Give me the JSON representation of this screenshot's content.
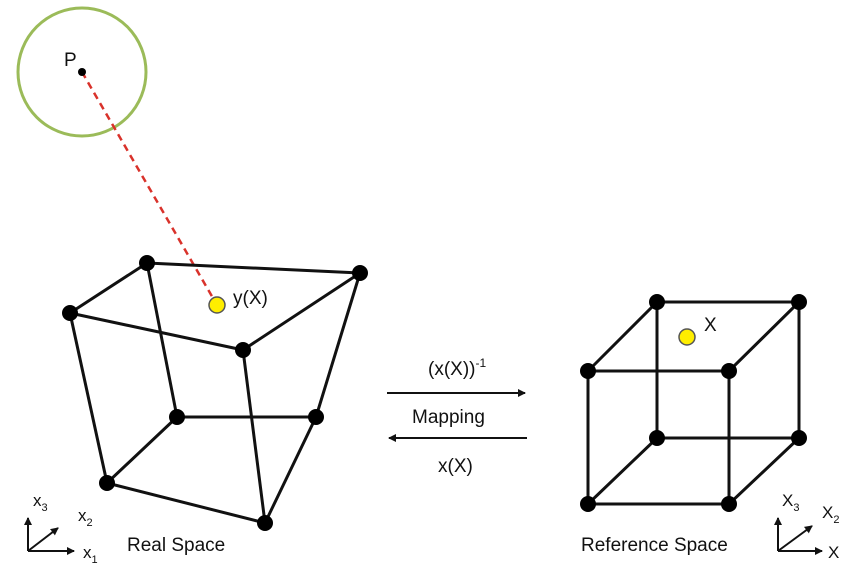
{
  "labels": {
    "point_p": "P",
    "point_y": "y(X)",
    "point_x": "X",
    "inverse_main": "(x(X))",
    "inverse_sup": "-1",
    "mapping": "Mapping",
    "forward": "x(X)",
    "real_space": "Real Space",
    "reference_space": "Reference Space"
  },
  "axes_real": {
    "v_base": "x",
    "v_sub": "3",
    "d_base": "x",
    "d_sub": "2",
    "h_base": "x",
    "h_sub": "1"
  },
  "axes_reference": {
    "v_base": "X",
    "v_sub": "3",
    "d_base": "X",
    "d_sub": "2",
    "h_base": "X",
    "h_sub": ""
  },
  "colors": {
    "circle": "#9bbb59",
    "dashed_line": "#d9322b",
    "vertex": "#000000",
    "marker_fill": "#ffee00",
    "marker_stroke": "#555555",
    "edges": "#111111"
  }
}
